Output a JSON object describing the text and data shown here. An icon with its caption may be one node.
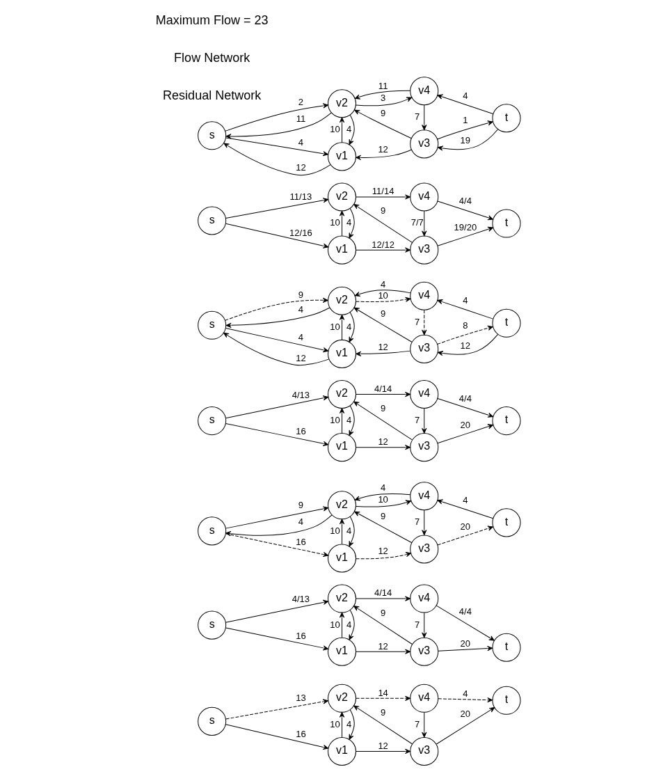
{
  "diagram": {
    "nodes": [
      {
        "text": [
          "s"
        ]
      },
      {
        "text": [
          "v1"
        ]
      },
      {
        "text": [
          "v2"
        ]
      },
      {
        "text": [
          "v3"
        ]
      },
      {
        "text": [
          "v4"
        ]
      },
      {
        "text": [
          "t"
        ]
      },
      {
        "text": [
          "s"
        ]
      },
      {
        "text": [
          "v1"
        ]
      },
      {
        "text": [
          "v2"
        ]
      },
      {
        "text": [
          "v3"
        ]
      },
      {
        "text": [
          "v4"
        ]
      },
      {
        "text": [
          "t"
        ]
      },
      {
        "text": [
          "s"
        ]
      },
      {
        "text": [
          "v1"
        ]
      },
      {
        "text": [
          "v2"
        ]
      },
      {
        "text": [
          "v3"
        ]
      },
      {
        "text": [
          "v4"
        ]
      },
      {
        "text": [
          "t"
        ]
      },
      {
        "text": [
          "s"
        ]
      },
      {
        "text": [
          "v1"
        ]
      },
      {
        "text": [
          "v2"
        ]
      },
      {
        "text": [
          "v3"
        ]
      },
      {
        "text": [
          "v4"
        ]
      },
      {
        "text": [
          "t"
        ]
      },
      {
        "text": [
          "s"
        ]
      },
      {
        "text": [
          "v1"
        ]
      },
      {
        "text": [
          "v2"
        ]
      },
      {
        "text": [
          "v3"
        ]
      },
      {
        "text": [
          "v4"
        ]
      },
      {
        "text": [
          "t"
        ]
      },
      {
        "text": [
          "s"
        ]
      },
      {
        "text": [
          "v1"
        ]
      },
      {
        "text": [
          "v2"
        ]
      },
      {
        "text": [
          "v3"
        ]
      },
      {
        "text": [
          "v4"
        ]
      },
      {
        "text": [
          "t"
        ]
      },
      {
        "text": [
          "s"
        ]
      },
      {
        "text": [
          "v1"
        ]
      },
      {
        "text": [
          "v2"
        ]
      },
      {
        "text": [
          "v3"
        ]
      },
      {
        "text": [
          "v4"
        ]
      },
      {
        "text": [
          "t"
        ]
      }
    ],
    "edges": [
      {
        "from": 0,
        "to": 1,
        "arrow": "to",
        "label": "16"
      },
      {
        "from": 0,
        "to": 2,
        "arrow": "to",
        "label": "13",
        "style": "dashed"
      },
      {
        "from": 1,
        "to": 3,
        "arrow": "to",
        "label": "12"
      },
      {
        "from": 1,
        "to": 2,
        "arrow": "to",
        "label": "10"
      },
      {
        "from": 2,
        "to": 1,
        "arrow": "to",
        "label": "4"
      },
      {
        "from": 3,
        "to": 2,
        "arrow": "to",
        "label": "9"
      },
      {
        "from": 4,
        "to": 3,
        "arrow": "to",
        "label": "7"
      },
      {
        "from": 3,
        "to": 5,
        "arrow": "to",
        "label": "20"
      },
      {
        "from": 2,
        "to": 4,
        "arrow": "to",
        "label": "14",
        "style": "dashed"
      },
      {
        "from": 4,
        "to": 5,
        "arrow": "to",
        "label": "4",
        "style": "dashed"
      },
      {
        "from": 6,
        "to": 7,
        "arrow": "to",
        "label": "16"
      },
      {
        "from": 6,
        "to": 8,
        "arrow": "to",
        "label": "4/13"
      },
      {
        "from": 7,
        "to": 9,
        "arrow": "to",
        "label": "12"
      },
      {
        "from": 7,
        "to": 8,
        "arrow": "to",
        "label": "10"
      },
      {
        "from": 8,
        "to": 7,
        "arrow": "to",
        "label": "4"
      },
      {
        "from": 9,
        "to": 8,
        "arrow": "to",
        "label": "9"
      },
      {
        "from": 10,
        "to": 9,
        "arrow": "to",
        "label": "7"
      },
      {
        "from": 9,
        "to": 11,
        "arrow": "to",
        "label": "20"
      },
      {
        "from": 8,
        "to": 10,
        "arrow": "to",
        "label": "4/14"
      },
      {
        "from": 10,
        "to": 11,
        "arrow": "to",
        "label": "4/4"
      },
      {
        "from": 12,
        "to": 13,
        "arrow": "to",
        "label": "16",
        "style": "dashed"
      },
      {
        "from": 12,
        "to": 14,
        "arrow": "to",
        "label": "9"
      },
      {
        "from": 14,
        "to": 12,
        "arrow": "to",
        "label": "4"
      },
      {
        "from": 13,
        "to": 15,
        "arrow": "to",
        "label": "12",
        "style": "dashed"
      },
      {
        "from": 13,
        "to": 14,
        "arrow": "to",
        "label": "10"
      },
      {
        "from": 14,
        "to": 13,
        "arrow": "to",
        "label": "4"
      },
      {
        "from": 15,
        "to": 14,
        "arrow": "to",
        "label": "9"
      },
      {
        "from": 16,
        "to": 15,
        "arrow": "to",
        "label": "7"
      },
      {
        "from": 15,
        "to": 17,
        "arrow": "to",
        "label": "20",
        "style": "dashed"
      },
      {
        "from": 14,
        "to": 16,
        "arrow": "to",
        "label": "10"
      },
      {
        "from": 17,
        "to": 16,
        "arrow": "to",
        "label": "4"
      },
      {
        "from": 16,
        "to": 14,
        "arrow": "to",
        "label": "4"
      },
      {
        "from": 18,
        "to": 19,
        "arrow": "to",
        "label": "16"
      },
      {
        "from": 18,
        "to": 20,
        "arrow": "to",
        "label": "4/13"
      },
      {
        "from": 19,
        "to": 21,
        "arrow": "to",
        "label": "12"
      },
      {
        "from": 19,
        "to": 20,
        "arrow": "to",
        "label": "10"
      },
      {
        "from": 20,
        "to": 19,
        "arrow": "to",
        "label": "4"
      },
      {
        "from": 21,
        "to": 20,
        "arrow": "to",
        "label": "9"
      },
      {
        "from": 22,
        "to": 21,
        "arrow": "to",
        "label": "7"
      },
      {
        "from": 21,
        "to": 23,
        "arrow": "to",
        "label": "20"
      },
      {
        "from": 20,
        "to": 22,
        "arrow": "to",
        "label": "4/14"
      },
      {
        "from": 22,
        "to": 23,
        "arrow": "to",
        "label": "4/4"
      },
      {
        "from": 25,
        "to": 24,
        "arrow": "to",
        "label": "12"
      },
      {
        "from": 24,
        "to": 25,
        "arrow": "to",
        "label": "4"
      },
      {
        "from": 27,
        "to": 25,
        "arrow": "to",
        "label": "12"
      },
      {
        "from": 25,
        "to": 26,
        "arrow": "to",
        "label": "10"
      },
      {
        "from": 26,
        "to": 25,
        "arrow": "to",
        "label": "4"
      },
      {
        "from": 27,
        "to": 26,
        "arrow": "to",
        "label": "9"
      },
      {
        "from": 28,
        "to": 27,
        "arrow": "to",
        "label": "7",
        "style": "dashed"
      },
      {
        "from": 27,
        "to": 29,
        "arrow": "to",
        "label": "8",
        "style": "dashed"
      },
      {
        "from": 29,
        "to": 27,
        "arrow": "to",
        "label": "12"
      },
      {
        "from": 24,
        "to": 26,
        "arrow": "to",
        "label": "9",
        "style": "dashed"
      },
      {
        "from": 26,
        "to": 24,
        "arrow": "to",
        "label": "4"
      },
      {
        "from": 26,
        "to": 28,
        "arrow": "to",
        "label": "10",
        "style": "dashed"
      },
      {
        "from": 29,
        "to": 28,
        "arrow": "to",
        "label": "4"
      },
      {
        "from": 28,
        "to": 26,
        "arrow": "to",
        "label": "4"
      },
      {
        "from": 30,
        "to": 31,
        "arrow": "to",
        "label": "12/16"
      },
      {
        "from": 30,
        "to": 32,
        "arrow": "to",
        "label": "11/13"
      },
      {
        "from": 31,
        "to": 33,
        "arrow": "to",
        "label": "12/12"
      },
      {
        "from": 31,
        "to": 32,
        "arrow": "to",
        "label": "10"
      },
      {
        "from": 32,
        "to": 31,
        "arrow": "to",
        "label": "4"
      },
      {
        "from": 33,
        "to": 32,
        "arrow": "to",
        "label": "9"
      },
      {
        "from": 34,
        "to": 33,
        "arrow": "to",
        "label": "7/7"
      },
      {
        "from": 33,
        "to": 35,
        "arrow": "to",
        "label": "19/20"
      },
      {
        "from": 32,
        "to": 34,
        "arrow": "to",
        "label": "11/14"
      },
      {
        "from": 34,
        "to": 35,
        "arrow": "to",
        "label": "4/4"
      },
      {
        "from": 37,
        "to": 36,
        "arrow": "to",
        "label": "12"
      },
      {
        "from": 36,
        "to": 37,
        "arrow": "to",
        "label": "4"
      },
      {
        "from": 39,
        "to": 37,
        "arrow": "to",
        "label": "12"
      },
      {
        "from": 37,
        "to": 38,
        "arrow": "to",
        "label": "10"
      },
      {
        "from": 38,
        "to": 37,
        "arrow": "to",
        "label": "4"
      },
      {
        "from": 39,
        "to": 38,
        "arrow": "to",
        "label": "9"
      },
      {
        "from": 40,
        "to": 39,
        "arrow": "to",
        "label": "7"
      },
      {
        "from": 39,
        "to": 41,
        "arrow": "to",
        "label": "1"
      },
      {
        "from": 41,
        "to": 39,
        "arrow": "to",
        "label": "19"
      },
      {
        "from": 36,
        "to": 38,
        "arrow": "to",
        "label": "2"
      },
      {
        "from": 38,
        "to": 36,
        "arrow": "to",
        "label": "11"
      },
      {
        "from": 38,
        "to": 40,
        "arrow": "to",
        "label": "3"
      },
      {
        "from": 41,
        "to": 40,
        "arrow": "to",
        "label": "4"
      },
      {
        "from": 40,
        "to": 38,
        "arrow": "to",
        "label": "11"
      }
    ],
    "labels": [
      "Residual Network",
      "Flow Network",
      "Maximum Flow = 23"
    ]
  }
}
